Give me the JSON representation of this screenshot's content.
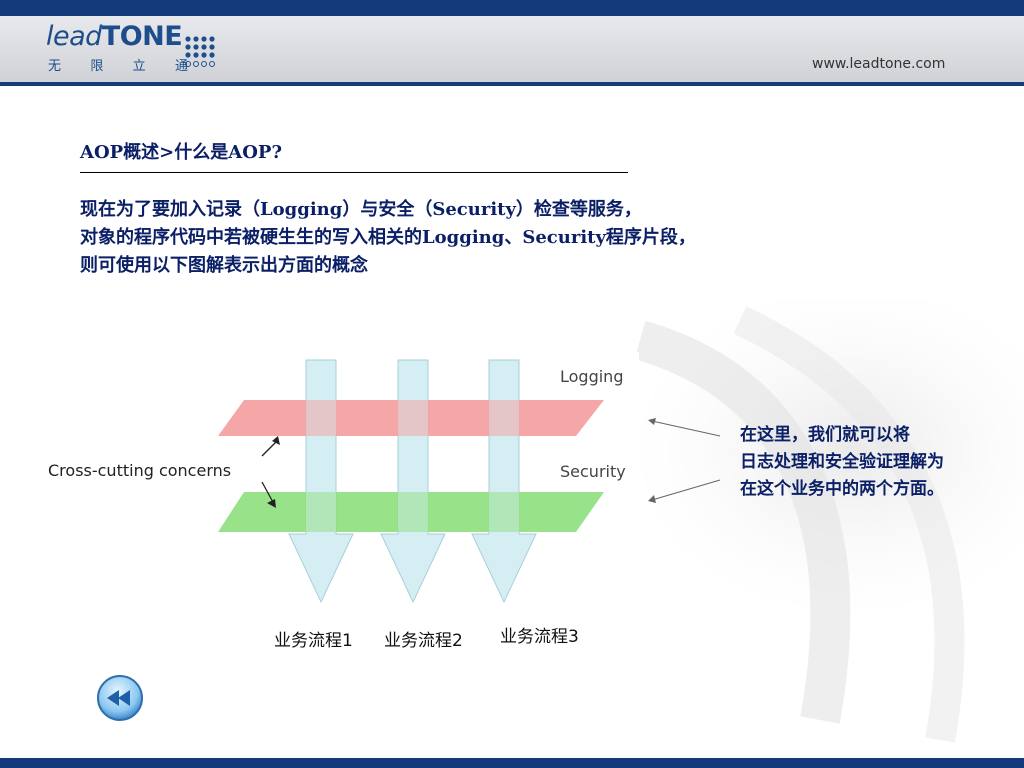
{
  "header": {
    "logo_light": "lead",
    "logo_bold": "TONE",
    "logo_sub": [
      "无",
      "限",
      "立",
      "通"
    ],
    "url": "www.leadtone.com"
  },
  "slide": {
    "title": "AOP概述>什么是AOP?",
    "paragraph": [
      "现在为了要加入记录（Logging）与安全（Security）检查等服务，",
      "对象的程序代码中若被硬生生的写入相关的Logging、Security程序片段，",
      "则可使用以下图解表示出方面的概念"
    ]
  },
  "figure": {
    "layer_logging": "Logging",
    "layer_security": "Security",
    "concerns_label": "Cross-cutting concerns",
    "flows": [
      "业务流程1",
      "业务流程2",
      "业务流程3"
    ]
  },
  "callout": [
    "在这里，我们就可以将",
    "日志处理和安全验证理解为",
    "在这个业务中的两个方面。"
  ],
  "colors": {
    "brand_blue": "#143a7c",
    "text_blue": "#0b1f66",
    "logging_layer": "#f4a0a0",
    "security_layer": "#8fe07f",
    "flow_arrow": "#d4eef4"
  },
  "icons": {
    "back": "rewind-icon"
  }
}
